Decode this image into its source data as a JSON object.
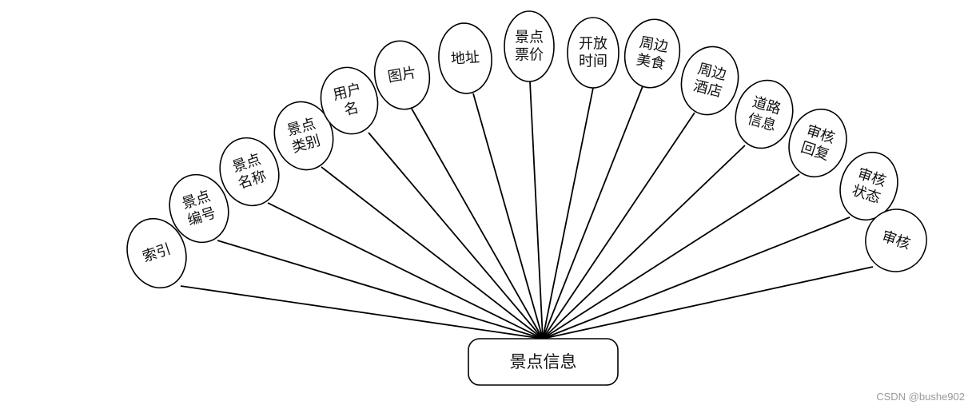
{
  "entity": {
    "label": "景点信息"
  },
  "attributes": [
    {
      "lines": [
        "索引"
      ]
    },
    {
      "lines": [
        "景点",
        "编号"
      ]
    },
    {
      "lines": [
        "景点",
        "名称"
      ]
    },
    {
      "lines": [
        "景点",
        "类别"
      ]
    },
    {
      "lines": [
        "用户",
        "名"
      ]
    },
    {
      "lines": [
        "图片"
      ]
    },
    {
      "lines": [
        "地址"
      ]
    },
    {
      "lines": [
        "景点",
        "票价"
      ]
    },
    {
      "lines": [
        "开放",
        "时间"
      ]
    },
    {
      "lines": [
        "周边",
        "美食"
      ]
    },
    {
      "lines": [
        "周边",
        "酒店"
      ]
    },
    {
      "lines": [
        "道路",
        "信息"
      ]
    },
    {
      "lines": [
        "审核",
        "回复"
      ]
    },
    {
      "lines": [
        "审核",
        "状态"
      ]
    },
    {
      "lines": [
        "审核"
      ]
    }
  ],
  "watermark": "CSDN @bushe902"
}
